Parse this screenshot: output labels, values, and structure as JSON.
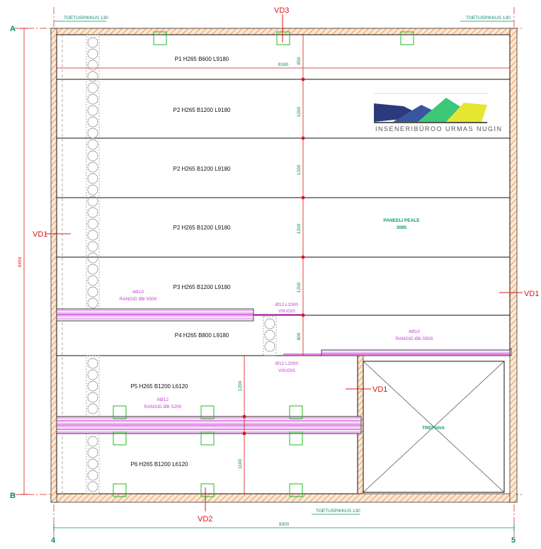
{
  "grid": {
    "top": "A",
    "bottom": "B",
    "left": "4",
    "right": "5"
  },
  "dimensions": {
    "overall_height": "9450",
    "overall_width": "9300",
    "top_span": "9180",
    "rows": [
      "850",
      "1200",
      "1200",
      "1200",
      "1200",
      "800",
      "1200",
      "1100"
    ]
  },
  "support_labels": {
    "top_left": "TOETUSPIKKUS 130",
    "top_right": "TOETUSPIKKUS 130",
    "bottom": "TOETUSPIKKUS 130"
  },
  "sections": {
    "left": "VD1",
    "right": "VD1",
    "top": "VD3",
    "bottom": "VD2",
    "inner": "VD1"
  },
  "panels": [
    "P1 H265 B600 L9180",
    "P2 H265 B1200 L9180",
    "P2 H265 B1200 L9180",
    "P2 H265 B1200 L9180",
    "P3 H265 B1200 L9180",
    "P4 H265 B800 L9180",
    "P5 H265 B1200 L6120",
    "P6 H265 B1200 L6120"
  ],
  "rebar": {
    "beam1_a": "4Ø10",
    "beam1_b": "RANGID Ø8 S500",
    "beam2_a": "4Ø10",
    "beam2_b": "RANGID Ø8 S500",
    "beam3_a": "8Ø12",
    "beam3_b": "RANGID Ø8 S200",
    "tie1_a": "Ø12 L2000",
    "tie1_b": "VIIUGIS",
    "tie2_a": "Ø12 L2000",
    "tie2_b": "VIIUGIS"
  },
  "notes": {
    "panel_top_a": "PANEELI PEALE",
    "panel_top_b": "3085",
    "stair": "TREPIAVA"
  },
  "logo": {
    "text": "INSENERIBÜROO URMAS NUGIN"
  },
  "colors": {
    "wall_hatch": "#e87a2a",
    "dimension": "#d81818",
    "rebar": "#c040d0",
    "grid_text": "#0a8a6a",
    "hollow_core": "#888888",
    "anchor": "#22bb22",
    "logo_dark": "#2a3a7a",
    "logo_green": "#3cc878",
    "logo_yellow": "#e6e630"
  }
}
